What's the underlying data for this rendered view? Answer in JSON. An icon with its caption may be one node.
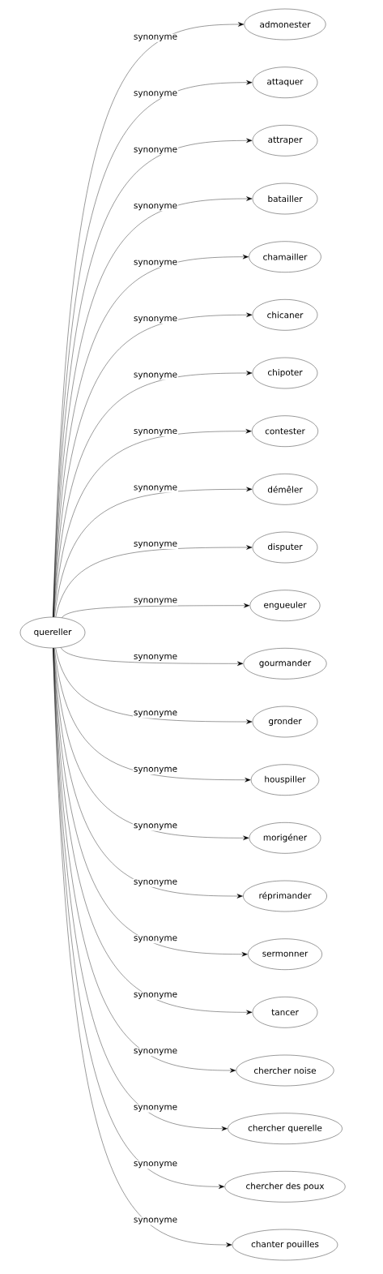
{
  "diagram": {
    "nodes": [
      {
        "text": [
          "quereller"
        ]
      },
      {
        "text": [
          "admonester"
        ]
      },
      {
        "text": [
          "attaquer"
        ]
      },
      {
        "text": [
          "attraper"
        ]
      },
      {
        "text": [
          "batailler"
        ]
      },
      {
        "text": [
          "chamailler"
        ]
      },
      {
        "text": [
          "chicaner"
        ]
      },
      {
        "text": [
          "chipoter"
        ]
      },
      {
        "text": [
          "contester"
        ]
      },
      {
        "text": [
          "démêler"
        ]
      },
      {
        "text": [
          "disputer"
        ]
      },
      {
        "text": [
          "engueuler"
        ]
      },
      {
        "text": [
          "gourmander"
        ]
      },
      {
        "text": [
          "gronder"
        ]
      },
      {
        "text": [
          "houspiller"
        ]
      },
      {
        "text": [
          "morigéner"
        ]
      },
      {
        "text": [
          "réprimander"
        ]
      },
      {
        "text": [
          "sermonner"
        ]
      },
      {
        "text": [
          "tancer"
        ]
      },
      {
        "text": [
          "chercher noise"
        ]
      },
      {
        "text": [
          "chercher querelle"
        ]
      },
      {
        "text": [
          "chercher des poux"
        ]
      },
      {
        "text": [
          "chanter pouilles"
        ]
      }
    ],
    "edges": [
      {
        "from": 0,
        "to": 1,
        "arrow": "to",
        "label": "synonyme"
      },
      {
        "from": 0,
        "to": 2,
        "arrow": "to",
        "label": "synonyme"
      },
      {
        "from": 0,
        "to": 3,
        "arrow": "to",
        "label": "synonyme"
      },
      {
        "from": 0,
        "to": 4,
        "arrow": "to",
        "label": "synonyme"
      },
      {
        "from": 0,
        "to": 5,
        "arrow": "to",
        "label": "synonyme"
      },
      {
        "from": 0,
        "to": 6,
        "arrow": "to",
        "label": "synonyme"
      },
      {
        "from": 0,
        "to": 7,
        "arrow": "to",
        "label": "synonyme"
      },
      {
        "from": 0,
        "to": 8,
        "arrow": "to",
        "label": "synonyme"
      },
      {
        "from": 0,
        "to": 9,
        "arrow": "to",
        "label": "synonyme"
      },
      {
        "from": 0,
        "to": 10,
        "arrow": "to",
        "label": "synonyme"
      },
      {
        "from": 0,
        "to": 11,
        "arrow": "to",
        "label": "synonyme"
      },
      {
        "from": 0,
        "to": 12,
        "arrow": "to",
        "label": "synonyme"
      },
      {
        "from": 0,
        "to": 13,
        "arrow": "to",
        "label": "synonyme"
      },
      {
        "from": 0,
        "to": 14,
        "arrow": "to",
        "label": "synonyme"
      },
      {
        "from": 0,
        "to": 15,
        "arrow": "to",
        "label": "synonyme"
      },
      {
        "from": 0,
        "to": 16,
        "arrow": "to",
        "label": "synonyme"
      },
      {
        "from": 0,
        "to": 17,
        "arrow": "to",
        "label": "synonyme"
      },
      {
        "from": 0,
        "to": 18,
        "arrow": "to",
        "label": "synonyme"
      },
      {
        "from": 0,
        "to": 19,
        "arrow": "to",
        "label": "synonyme"
      },
      {
        "from": 0,
        "to": 20,
        "arrow": "to",
        "label": "synonyme"
      },
      {
        "from": 0,
        "to": 21,
        "arrow": "to",
        "label": "synonyme"
      },
      {
        "from": 0,
        "to": 22,
        "arrow": "to",
        "label": "synonyme"
      }
    ]
  }
}
